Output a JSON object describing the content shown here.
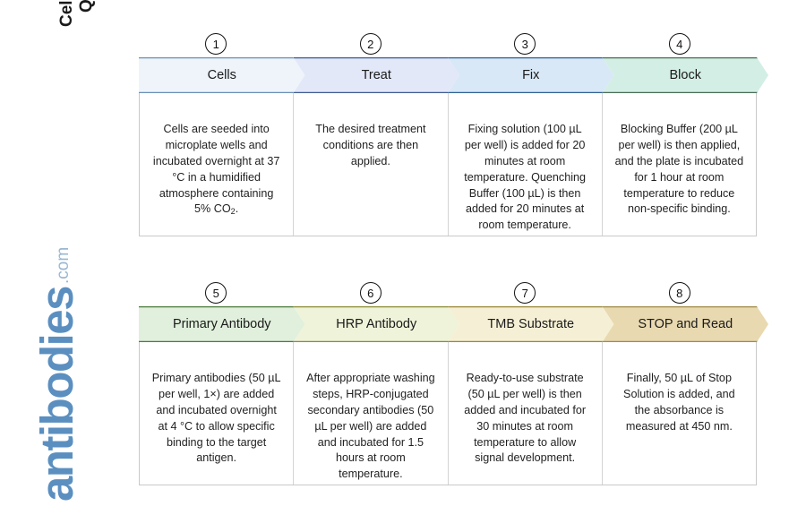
{
  "title": {
    "line1": "Cell Based ELISA Kits",
    "line2": "Quick Protocol"
  },
  "logo": {
    "name": "antibodies",
    "suffix": ".com",
    "color": "#5b8fc0"
  },
  "flow": {
    "rows": [
      {
        "steps": [
          {
            "number": "1",
            "label": "Cells",
            "fill": "#eef4fa",
            "stroke": "#6a8fb5",
            "body": "Cells are seeded into microplate wells and incubated overnight at 37 °C in a humidified atmosphere containing 5% CO₂."
          },
          {
            "number": "2",
            "label": "Treat",
            "fill": "#e3e8f8",
            "stroke": "#3d5a92",
            "body": "The desired treatment conditions are then applied."
          },
          {
            "number": "3",
            "label": "Fix",
            "fill": "#d8e8f6",
            "stroke": "#2f5f93",
            "body": "Fixing solution (100 µL per well) is added for 20 minutes at room temperature. Quenching Buffer (100 µL) is then added for 20 minutes at room temperature."
          },
          {
            "number": "4",
            "label": "Block",
            "fill": "#d3efe5",
            "stroke": "#4a6b55",
            "body": "Blocking Buffer (200 µL per well) is then applied, and the plate is incubated for 1 hour at room temperature to reduce non-specific binding."
          }
        ]
      },
      {
        "steps": [
          {
            "number": "5",
            "label": "Primary Antibody",
            "fill": "#e0f0dc",
            "stroke": "#4a7a3a",
            "body": "Primary antibodies (50 µL per well, 1×) are added and incubated overnight at 4 °C to allow specific binding to the target antigen."
          },
          {
            "number": "6",
            "label": "HRP Antibody",
            "fill": "#eff3d9",
            "stroke": "#8a8b33",
            "body": "After appropriate washing steps, HRP-conjugated secondary antibodies (50 µL per well) are added and incubated for 1.5 hours at room temperature."
          },
          {
            "number": "7",
            "label": "TMB Substrate",
            "fill": "#f5f0d5",
            "stroke": "#9a8635",
            "body": "Ready-to-use substrate (50 µL per well) is then added and incubated for 30 minutes at room temperature to allow signal development."
          },
          {
            "number": "8",
            "label": "STOP and Read",
            "fill": "#e8d9b0",
            "stroke": "#a08a45",
            "body": "Finally, 50 µL of Stop Solution is added, and the absorbance is measured at 450 nm."
          }
        ]
      }
    ]
  }
}
